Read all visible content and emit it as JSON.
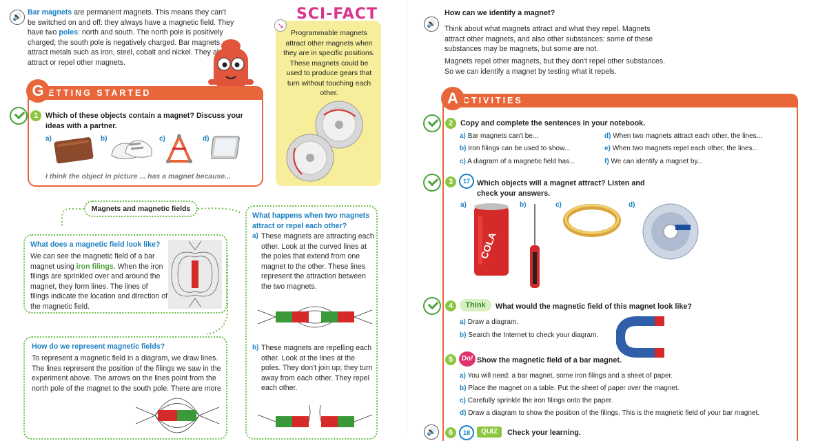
{
  "left": {
    "intro": {
      "term1": "Bar magnets",
      "text1": " are permanent magnets. This means they can't be switched on and off: they always have a magnetic field. They have two ",
      "term2": "poles",
      "text2": ": north and south. The north pole is positively charged; the south pole is negatively charged. Bar magnets attract metals such as iron, steel, cobalt and nickel. They also attract or repel other magnets."
    },
    "scifact": {
      "title": "SCI-FACT",
      "text": "Programmable magnets attract other magnets when they are in specific positions. These magnets could be used to produce gears that turn without touching each other."
    },
    "getting_started": {
      "banner_letter": "G",
      "banner_rest": "ETTING STARTED",
      "q_num": "1",
      "question": "Which of these objects contain a magnet? Discuss your ideas with a partner.",
      "labels": [
        "a)",
        "b)",
        "c)",
        "d)"
      ],
      "prompt": "I think the object in picture ... has a magnet because..."
    },
    "magnets_fields": {
      "tag": "Magnets and magnetic fields",
      "field_look": {
        "heading": "What does a magnetic field look like?",
        "text1": "We can see the magnetic field of a bar magnet using ",
        "term": "iron filings",
        "text2": ". When the iron filings are sprinkled over and around the magnet, they form lines. The lines of filings indicate the location and direction of the magnetic field."
      },
      "represent": {
        "heading": "How do we represent magnetic fields?",
        "text": "To represent a magnetic field in a diagram, we draw lines. The lines represent the position of the filings we saw in the experiment above. The arrows on the lines point from the north pole of the magnet to the south pole. There are more lines, and they are closer together near the poles because the magnetic field is"
      },
      "attract_repel": {
        "heading": "What happens when two magnets attract or repel each other?",
        "a_label": "a)",
        "a_text": "These magnets are attracting each other. Look at the curved lines at the poles that extend from one magnet to the other. These lines represent the attraction between the two magnets.",
        "b_label": "b)",
        "b_text": "These magnets are repelling each other. Look at the lines at the poles. They don't join up; they turn away from each other. They repel each other."
      }
    }
  },
  "right": {
    "identify": {
      "heading": "How can we identify a magnet?",
      "p1": "Think about what magnets attract and what they repel. Magnets attract other magnets, and also other substances: some of these substances may be magnets, but some are not.",
      "p2": "Magnets repel other magnets, but they don't repel other substances. So we can identify a magnet by testing what it repels."
    },
    "activities": {
      "banner_letter": "A",
      "banner_rest": "CTIVITIES",
      "q2": {
        "num": "2",
        "question": "Copy and complete the sentences in your notebook.",
        "items": [
          {
            "label": "a)",
            "text": "Bar magnets can't be..."
          },
          {
            "label": "b)",
            "text": "Iron filings can be used to show..."
          },
          {
            "label": "c)",
            "text": "A diagram of a magnetic field has..."
          },
          {
            "label": "d)",
            "text": "When two magnets attract each other, the lines..."
          },
          {
            "label": "e)",
            "text": "When two magnets repel each other, the lines..."
          },
          {
            "label": "f)",
            "text": "We can identify a magnet by..."
          }
        ]
      },
      "q3": {
        "num": "3",
        "track": "17",
        "question": "Which objects will a magnet attract? Listen and check your answers.",
        "labels": [
          "a)",
          "b)",
          "c)",
          "d)"
        ],
        "can_text": "COLA"
      },
      "q4": {
        "num": "4",
        "badge": "Think",
        "question": "What would the magnetic field of this magnet look like?",
        "items": [
          {
            "label": "a)",
            "text": "Draw a diagram."
          },
          {
            "label": "b)",
            "text": "Search the Internet to check your diagram."
          }
        ]
      },
      "q5": {
        "num": "5",
        "badge": "Do!",
        "question": "Show the magnetic field of a bar magnet.",
        "items": [
          {
            "label": "a)",
            "text": "You will need: a bar magnet, some iron filings and a sheet of paper."
          },
          {
            "label": "b)",
            "text": "Place the magnet on a table. Put the sheet of paper over the magnet."
          },
          {
            "label": "c)",
            "text": "Carefully sprinkle the iron filings onto the paper."
          },
          {
            "label": "d)",
            "text": "Draw a diagram to show the position of the filings. This is the magnetic field of your bar magnet."
          }
        ]
      },
      "q6": {
        "num": "6",
        "track": "18",
        "badge": "QUIZ",
        "question": "Check your learning."
      }
    }
  },
  "colors": {
    "orange": "#e8663a",
    "green": "#8cc63f",
    "blue": "#1a7fc1",
    "scifact_bg": "#f6ee9a"
  }
}
